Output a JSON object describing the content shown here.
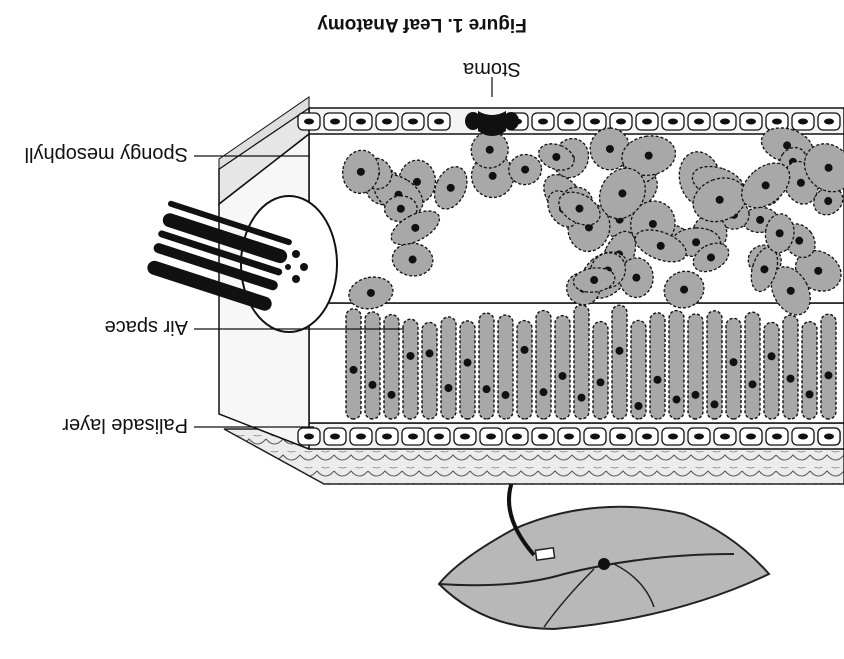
{
  "figure": {
    "title": "Figure 1. Leaf Anatomy",
    "labels": {
      "stoma": "Stoma",
      "spongy": "Spongy mesophyll",
      "air": "Air space",
      "palisade": "Palisade layer"
    },
    "colors": {
      "cell_fill": "#a8a8a8",
      "outline": "#111111",
      "background": "#ffffff",
      "nucleus": "#111111"
    }
  }
}
